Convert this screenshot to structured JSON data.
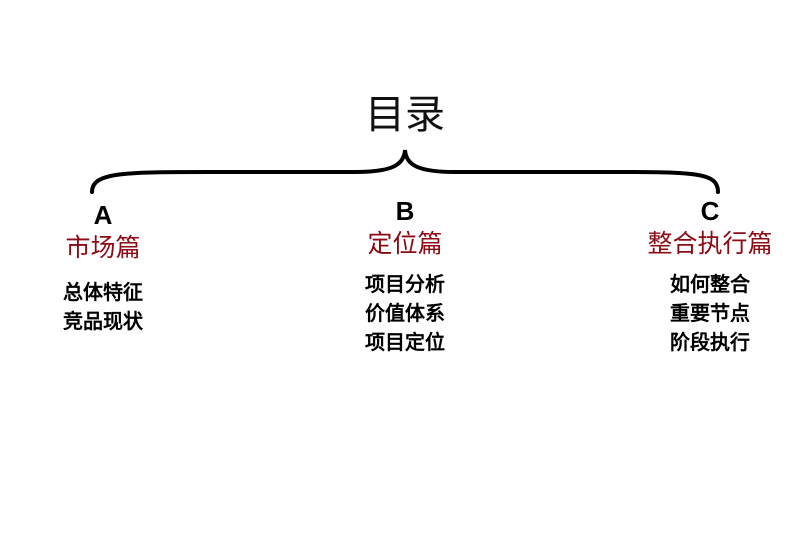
{
  "title": "目录",
  "sections": [
    {
      "letter": "A",
      "heading": "市场篇",
      "items": [
        "总体特征",
        "竞品现状"
      ]
    },
    {
      "letter": "B",
      "heading": "定位篇",
      "items": [
        "项目分析",
        "价值体系",
        "项目定位"
      ]
    },
    {
      "letter": "C",
      "heading": "整合执行篇",
      "items": [
        "如何整合",
        "重要节点",
        "阶段执行"
      ]
    }
  ],
  "colors": {
    "heading": "#8b0a14",
    "text": "#000000"
  }
}
